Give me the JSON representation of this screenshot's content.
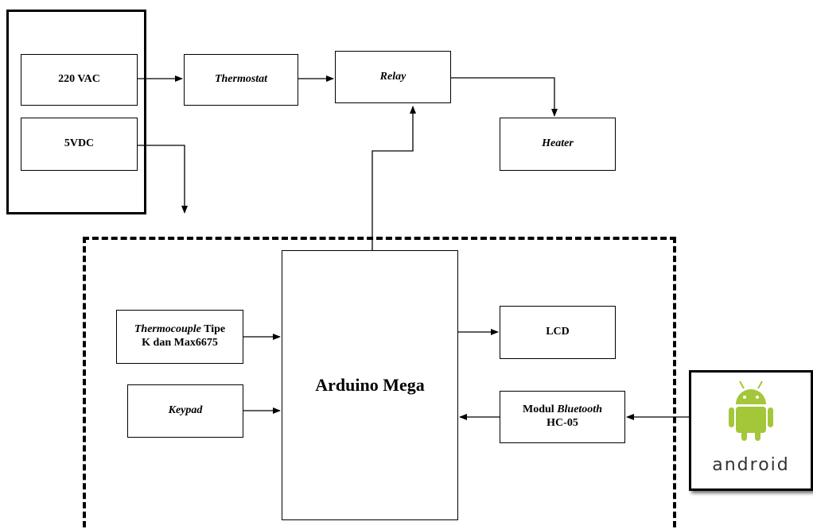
{
  "blocks": {
    "ac_220": "220 VAC",
    "dc_5v": "5VDC",
    "thermostat": "Thermostat",
    "relay": "Relay",
    "heater": "Heater",
    "thermocouple_italic": "Thermocouple",
    "thermocouple_rest": " Tipe",
    "thermocouple_line2": "K dan Max6675",
    "keypad": "Keypad",
    "arduino": "Arduino Mega",
    "lcd": "LCD",
    "bluetooth_prefix": "Modul ",
    "bluetooth_italic": "Bluetooth",
    "bluetooth_line2": "HC-05",
    "android_logo_text": "android"
  },
  "colors": {
    "line": "#000000",
    "android_green": "#a4c639"
  }
}
